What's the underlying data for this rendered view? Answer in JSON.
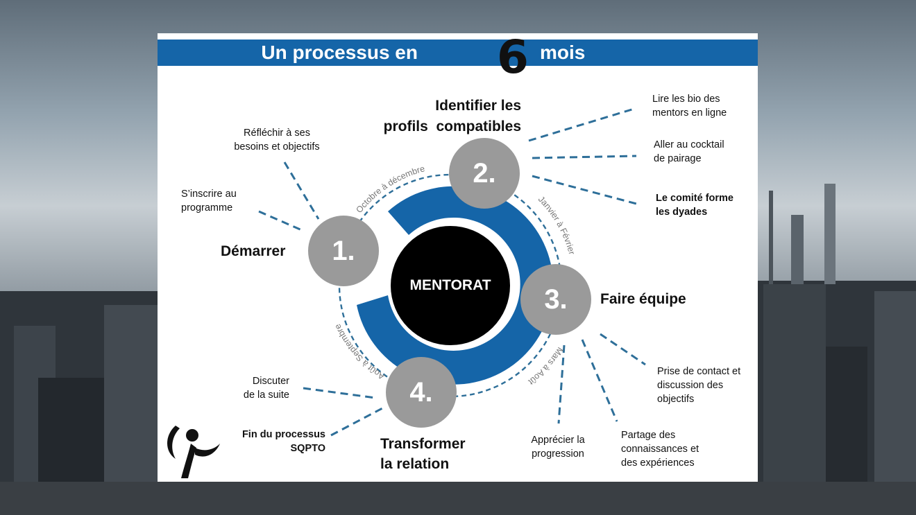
{
  "slide": {
    "title_left": "Un processus en",
    "title_number": "6",
    "title_right": "mois",
    "center_label": "MENTORAT"
  },
  "steps": [
    {
      "number": "1.",
      "label": "Démarrer"
    },
    {
      "number": "2.",
      "label_line1": "Identifier les",
      "label_line2": "profils  compatibles"
    },
    {
      "number": "3.",
      "label": "Faire équipe"
    },
    {
      "number": "4.",
      "label_line1": "Transformer",
      "label_line2": "la relation"
    }
  ],
  "periods": {
    "oct_dec": "Octobre à décembre",
    "jan_feb": "Janvier à Février",
    "mar_aug": "Mars à Août",
    "aug_sep": "Août à Septembre"
  },
  "notes": {
    "reflechir": [
      "Réfléchir à ses",
      "besoins et objectifs"
    ],
    "inscrire": [
      "S’inscrire au",
      "programme"
    ],
    "lire_bio": [
      "Lire les bio des",
      "mentors en ligne"
    ],
    "cocktail": [
      "Aller au cocktail",
      "de pairage"
    ],
    "comite": [
      "Le comité forme",
      "les dyades"
    ],
    "prise_contact": [
      "Prise de contact et",
      "discussion des",
      "objectifs"
    ],
    "partage": [
      "Partage des",
      "connaissances et",
      "des expériences"
    ],
    "apprecier": [
      "Apprécier la",
      "progression"
    ],
    "discuter": [
      "Discuter",
      "de la suite"
    ],
    "fin": [
      "Fin du processus",
      "SQPTO"
    ]
  },
  "colors": {
    "brand_blue": "#1565a8",
    "step_gray": "#9a9a9a",
    "center_black": "#000000",
    "dash_blue": "#2e6f99"
  }
}
